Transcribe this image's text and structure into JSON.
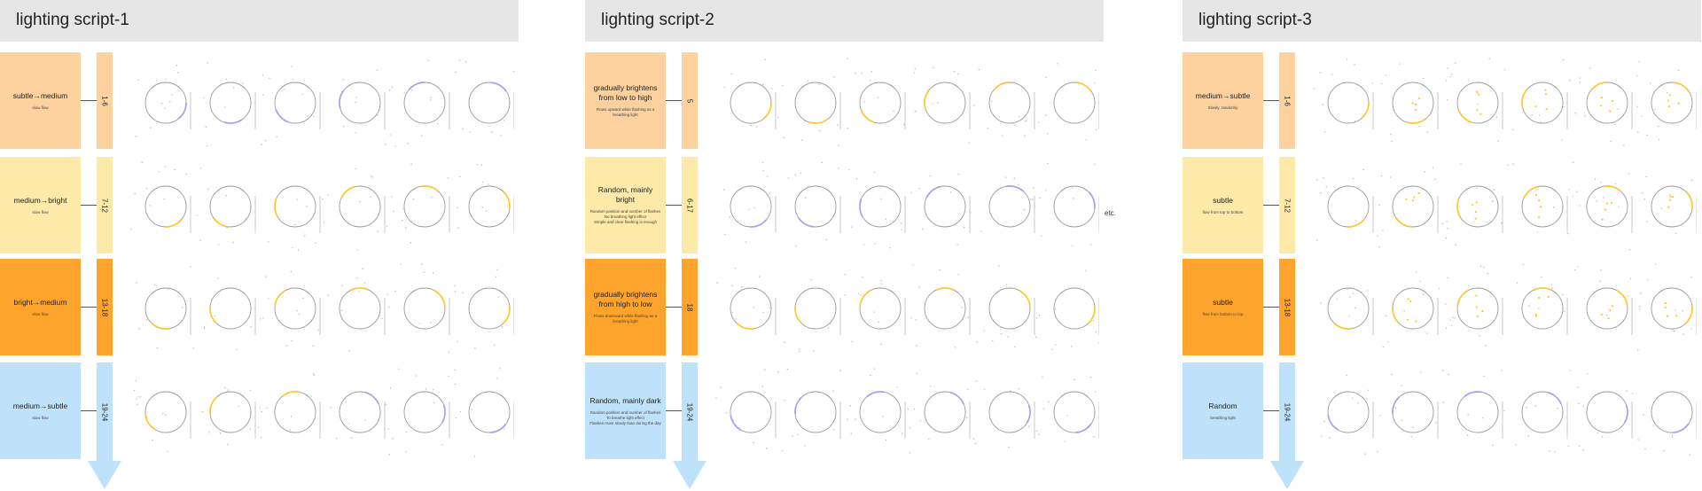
{
  "colors": {
    "title_bar": "#e6e6e6",
    "peach": "#fdd29f",
    "yellow": "#feeaa8",
    "orange": "#fea42c",
    "blue": "#bfe2fb",
    "flash": "#fec72c",
    "purple": "#a79ff0"
  },
  "panels": [
    {
      "title": "lighting script-1",
      "rows": [
        {
          "main": "subtle→medium",
          "sub": "slow flow",
          "range": "1-6"
        },
        {
          "main": "medium→bright",
          "sub": "slow flow",
          "range": "7-12"
        },
        {
          "main": "bright→medium",
          "sub": "slow flow",
          "range": "13-18"
        },
        {
          "main": "medium→subtle",
          "sub": "slow flow",
          "range": "19-24"
        }
      ]
    },
    {
      "title": "lighting script-2",
      "rows": [
        {
          "main": "gradually brightens from low to high",
          "sub": "Flows upward while flashing as a breathing light",
          "range": "5"
        },
        {
          "main": "Random, mainly bright",
          "sub": "Random position and number of flashes\nNo breathing light effect\nSimple and clear flashing is enough",
          "range": "6-17"
        },
        {
          "main": "gradually brightens from high to low",
          "sub": "Flows downward while flashing as a breathing light",
          "range": "18"
        },
        {
          "main": "Random, mainly dark",
          "sub": "Random position and number of flashes\nTo breathe light effect\nFlashes more slowly than during the day",
          "range": "19-24"
        }
      ],
      "etc": "etc."
    },
    {
      "title": "lighting script-3",
      "rows": [
        {
          "main": "medium→subtle",
          "sub": "Slowly, randomly",
          "range": "1-6"
        },
        {
          "main": "subtle",
          "sub": "flow from top to bottom",
          "range": "7-12"
        },
        {
          "main": "subtle",
          "sub": "flow from bottom to top",
          "range": "13-18"
        },
        {
          "main": "Random",
          "sub": "breathing light",
          "range": "19-24"
        }
      ]
    }
  ]
}
